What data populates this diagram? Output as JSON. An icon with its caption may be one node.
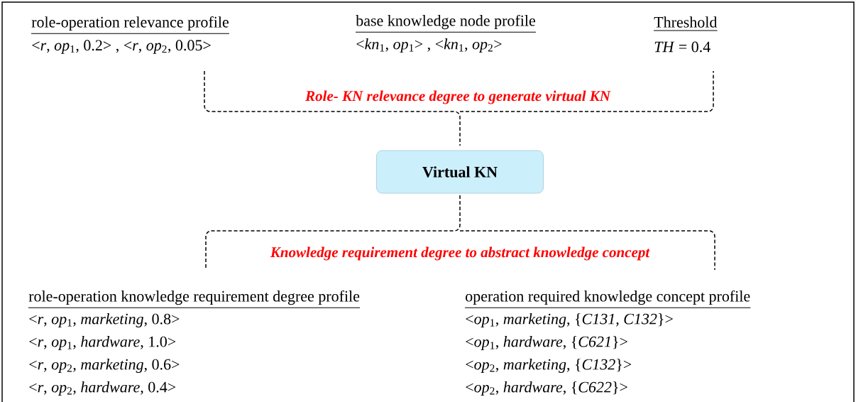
{
  "diagram": {
    "nodes": [
      {
        "text": [
          "Virtual KN"
        ]
      }
    ],
    "labels": [
      "role-operation relevance profile",
      "<*r*, *op*$_{1}$, 0.2> , <*r*, *op*$_{2}$, 0.05>",
      "base knowledge node profile",
      "<*kn*$_{1}$, *op*$_{1}$> , <*kn*$_{1}$, *op*$_{2}$>",
      "Threshold",
      "*TH* = 0.4",
      "Role- KN relevance degree to generate virtual KN",
      "Knowledge requirement degree to abstract knowledge concept",
      "role-operation knowledge requirement degree profile",
      "operation required  knowledge concept profile",
      "<*r*, *op*$_{1}$, *marketing*, 0.8>",
      "<*op*$_{1}$, *marketing*, {*C131, C132*}>",
      "<*r*, *op*$_{1}$, *hardware*, 1.0>",
      "<*op*$_{1}$, *hardware*, {*C621*}>",
      "<*r*, *op*$_{2}$, *marketing*, 0.6>",
      "<*op*$_{2}$, *marketing*, {*C132*}>",
      "<*r*, *op*$_{2}$, *hardware*, 0.4>",
      "<*op*$_{2}$, *hardware*, {*C622*}>"
    ]
  }
}
